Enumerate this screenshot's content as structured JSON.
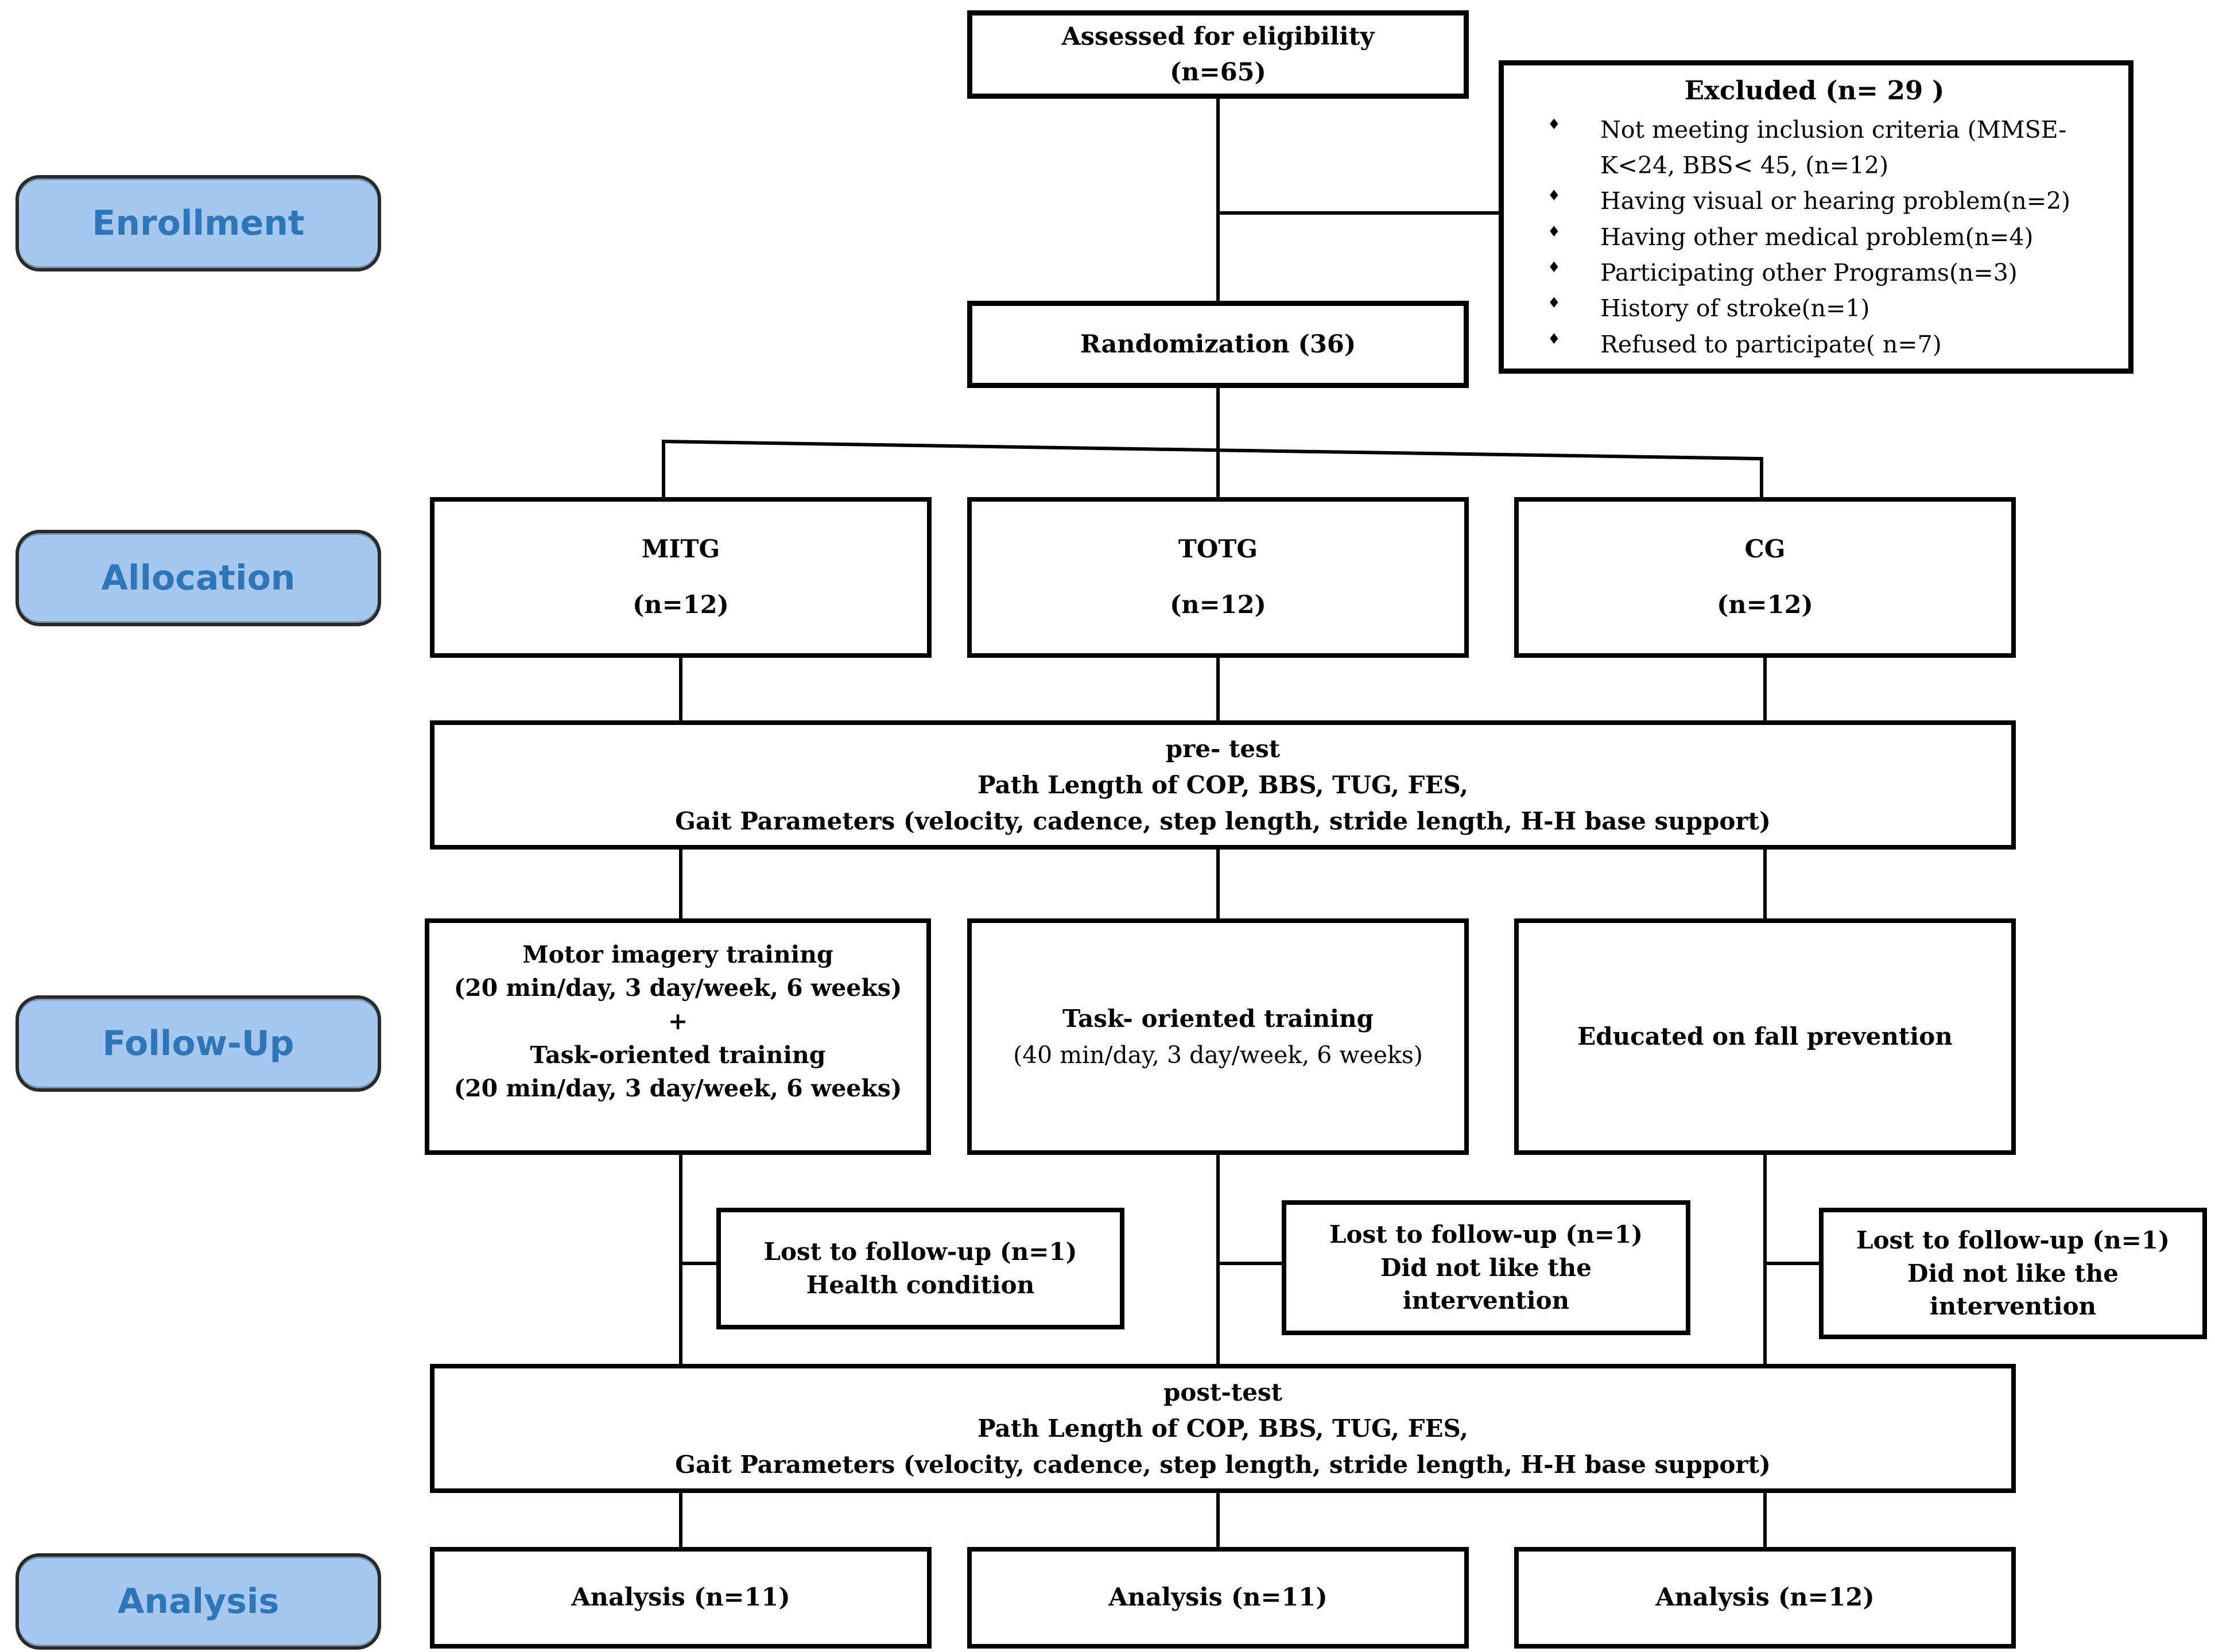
{
  "stages": {
    "enrollment": "Enrollment",
    "allocation": "Allocation",
    "follow_up": "Follow-Up",
    "analysis": "Analysis"
  },
  "boxes": {
    "assessed": {
      "line1": "Assessed for eligibility",
      "line2": "(n=65)"
    },
    "excluded": {
      "title": "Excluded  (n= 29 )",
      "bullet": "♦",
      "items": [
        "Not meeting inclusion criteria (MMSE-K<24, BBS< 45, (n=12)",
        "Having visual or hearing problem(n=2)",
        "Having other medical problem(n=4)",
        "Participating other Programs(n=3)",
        "History of stroke(n=1)",
        "Refused to participate( n=7)"
      ]
    },
    "randomization": {
      "label": "Randomization (36)"
    },
    "allocation": [
      {
        "name": "MITG",
        "n": "(n=12)"
      },
      {
        "name": "TOTG",
        "n": "(n=12)"
      },
      {
        "name": "CG",
        "n": "(n=12)"
      }
    ],
    "pre_test": {
      "line1": "pre- test",
      "line2": "Path Length of COP, BBS, TUG, FES,",
      "line3": "Gait Parameters (velocity, cadence, step length, stride length, H-H base support)"
    },
    "follow_up": {
      "mitg": {
        "line1": "Motor imagery training",
        "line2": "(20 min/day, 3 day/week, 6 weeks)",
        "line3": "+",
        "line4": "Task-oriented training",
        "line5": "(20 min/day, 3 day/week, 6 weeks)"
      },
      "totg": {
        "line1": "Task- oriented training",
        "line2": "(40 min/day, 3 day/week, 6 weeks)"
      },
      "cg": {
        "line1": "Educated on fall prevention"
      }
    },
    "lost_to_follow_up": [
      {
        "line1": "Lost to follow-up (n=1)",
        "line2": "Health condition"
      },
      {
        "line1": "Lost to follow-up (n=1)",
        "line2": "Did not like the intervention"
      },
      {
        "line1": "Lost to follow-up (n=1)",
        "line2": "Did not like the intervention"
      }
    ],
    "post_test": {
      "line1": "post-test",
      "line2": "Path Length of COP, BBS, TUG, FES,",
      "line3": "Gait Parameters (velocity, cadence, step length, stride length, H-H base support)"
    },
    "analysis": [
      {
        "label": "Analysis (n=11)"
      },
      {
        "label": "Analysis (n=11)"
      },
      {
        "label": "Analysis (n=12)"
      }
    ]
  },
  "colors": {
    "stage_fill": "#A6C8F0",
    "stage_text": "#2E76B8",
    "stage_border": "#2A2A2A",
    "line_color": "#000000"
  }
}
